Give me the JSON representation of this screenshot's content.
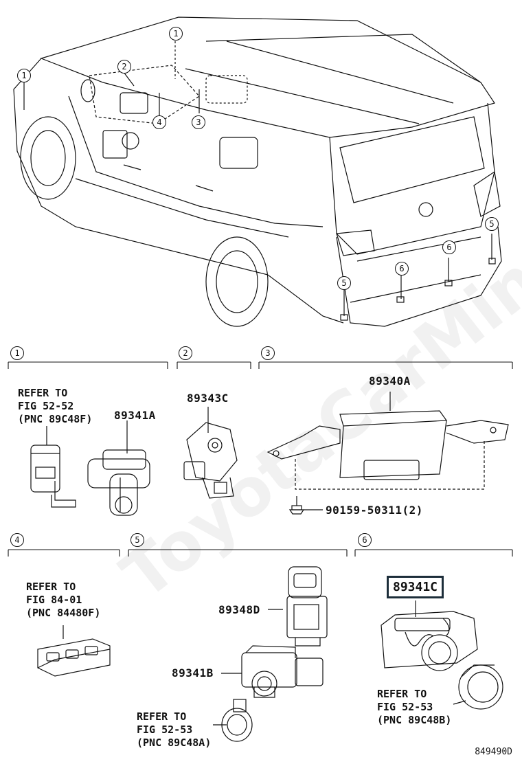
{
  "watermark": "ToyotaCarMine.ru",
  "diagram_id": "849490D",
  "callouts": [
    "1",
    "2",
    "3",
    "4",
    "5",
    "6"
  ],
  "sections": {
    "s1": {
      "num": "1",
      "ref_text": "REFER TO\nFIG 52-52\n(PNC 89C48F)",
      "part": "89341A"
    },
    "s2": {
      "num": "2",
      "part": "89343C"
    },
    "s3": {
      "num": "3",
      "part": "89340A",
      "bolt": "90159-50311(2)"
    },
    "s4": {
      "num": "4",
      "ref_text": "REFER TO\nFIG 84-01\n(PNC 84480F)"
    },
    "s5": {
      "num": "5",
      "part_a": "89348D",
      "part_b": "89341B",
      "ref_text": "REFER TO\nFIG 52-53\n(PNC 89C48A)"
    },
    "s6": {
      "num": "6",
      "part": "89341C",
      "ref_text": "REFER TO\nFIG 52-53\n(PNC 89C48B)"
    }
  }
}
